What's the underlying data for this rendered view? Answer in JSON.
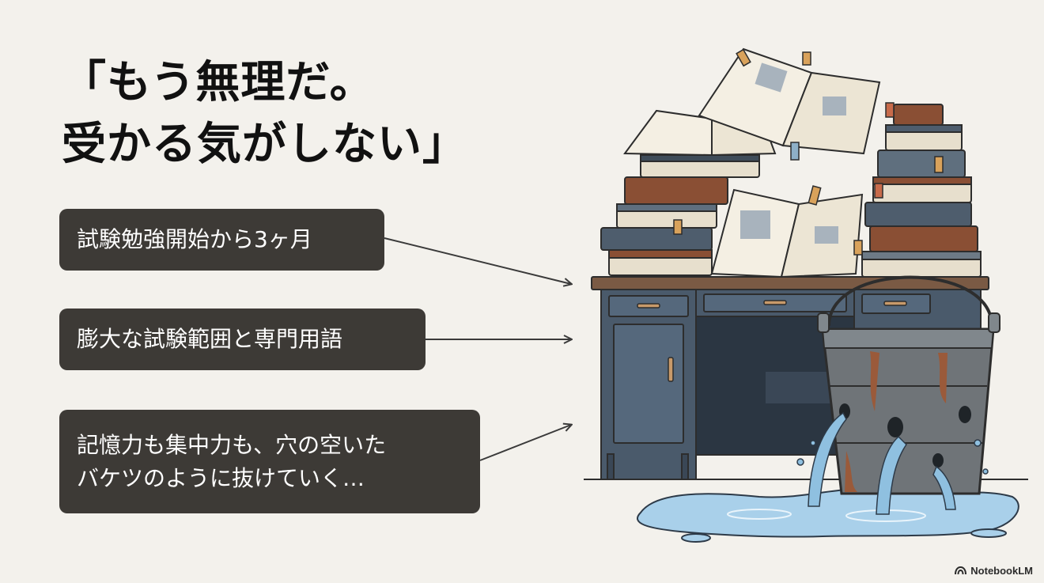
{
  "title": {
    "line1": "「もう無理だ。",
    "line2": "受かる気がしない」"
  },
  "callouts": [
    {
      "lines": [
        "試験勉強開始から3ヶ月"
      ]
    },
    {
      "lines": [
        "膨大な試験範囲と専門用語"
      ]
    },
    {
      "lines": [
        "記憶力も集中力も、穴の空いた",
        "バケツのように抜けていく…"
      ]
    }
  ],
  "brand": {
    "label": "NotebookLM"
  },
  "colors": {
    "background": "#f3f1ec",
    "callout_bg": "#3d3a36",
    "desk": "#4a5a6b",
    "desk_top": "#7a5a44",
    "water": "#8fc0e0",
    "bucket": "#6f7478",
    "rust": "#9a5a3a"
  }
}
